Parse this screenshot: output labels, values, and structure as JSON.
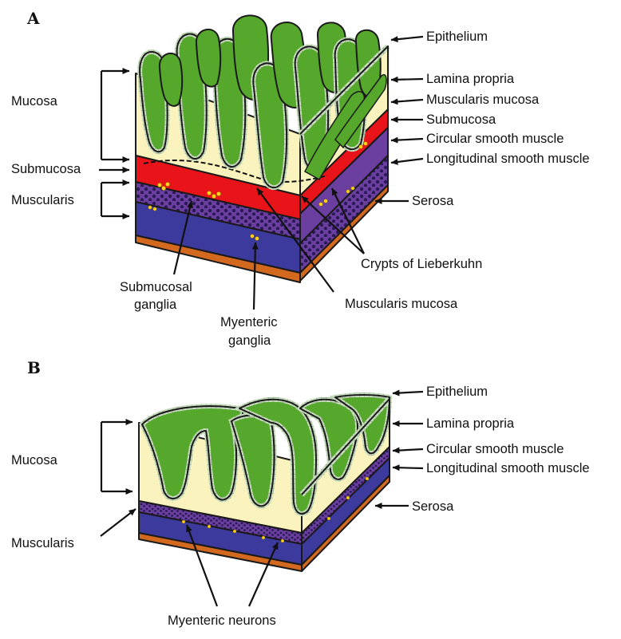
{
  "panels": [
    {
      "letter": "A",
      "labels": {
        "epithelium": "Epithelium",
        "lamina_propria": "Lamina propria",
        "muscularis_mucosa": "Muscularis mucosa",
        "submucosa_right": "Submucosa",
        "circular_smooth_muscle": "Circular smooth muscle",
        "longitudinal_smooth_muscle": "Longitudinal smooth muscle",
        "serosa": "Serosa",
        "mucosa": "Mucosa",
        "submucosa_left": "Submucosa",
        "muscularis": "Muscularis",
        "crypts": "Crypts of Lieberkuhn",
        "submucosal_ganglia_1": "Submucosal",
        "submucosal_ganglia_2": "ganglia",
        "muscularis_mucosa_bottom": "Muscularis mucosa",
        "myenteric_ganglia_1": "Myenteric",
        "myenteric_ganglia_2": "ganglia"
      }
    },
    {
      "letter": "B",
      "labels": {
        "epithelium": "Epithelium",
        "lamina_propria": "Lamina propria",
        "circular_smooth_muscle": "Circular smooth muscle",
        "longitudinal_smooth_muscle": "Longitudinal smooth muscle",
        "serosa": "Serosa",
        "mucosa": "Mucosa",
        "muscularis": "Muscularis",
        "myenteric_neurons": "Myenteric neurons"
      }
    }
  ],
  "colors": {
    "villus_green": "#56a82c",
    "lamina_cream": "#fbf3bd",
    "epithelial_cells": "#c9ddc0",
    "submucosa_red": "#e8141a",
    "circular_muscle_purple": "#6a3fa0",
    "longitudinal_muscle_blue": "#3d3a9e",
    "serosa_orange": "#d2691e",
    "ganglia_yellow": "#ffd21a"
  }
}
